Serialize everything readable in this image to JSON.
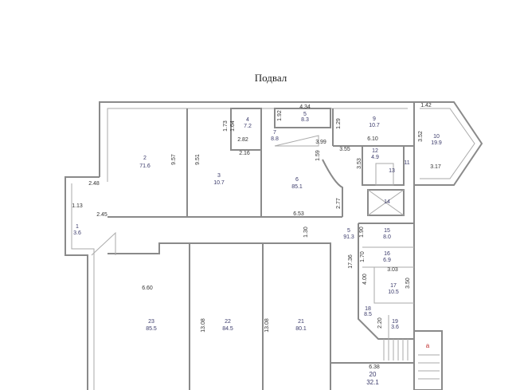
{
  "title": "Подвал",
  "rooms": [
    {
      "number": "1",
      "area": "3.6"
    },
    {
      "number": "2",
      "area": "71.6"
    },
    {
      "number": "3",
      "area": "10.7"
    },
    {
      "number": "4",
      "area": "7.2"
    },
    {
      "number": "5",
      "area": "8.3"
    },
    {
      "number": "6",
      "area": "85.1"
    },
    {
      "number": "7",
      "area": "8.8"
    },
    {
      "number": "9",
      "area": "10.7"
    },
    {
      "number": "10",
      "area": "19.9"
    },
    {
      "number": "12",
      "area": "4.9"
    },
    {
      "number": "13",
      "area": ""
    },
    {
      "number": "11",
      "area": ""
    },
    {
      "number": "14",
      "area": ""
    },
    {
      "number": "5",
      "area": "91.3"
    },
    {
      "number": "15",
      "area": "8.0"
    },
    {
      "number": "16",
      "area": "6.9"
    },
    {
      "number": "17",
      "area": "10.5"
    },
    {
      "number": "18",
      "area": "8.5"
    },
    {
      "number": "19",
      "area": "3.6"
    },
    {
      "number": "23",
      "area": "85.5"
    },
    {
      "number": "22",
      "area": "84.5"
    },
    {
      "number": "21",
      "area": "80.1"
    },
    {
      "number": "20",
      "area": "32.1"
    }
  ],
  "dimensions": [
    "9.57",
    "9.51",
    "1.73",
    "1.64",
    "2.82",
    "2.16",
    "4.34",
    "1.92",
    "3.99",
    "1.59",
    "1.29",
    "6.10",
    "3.55",
    "1.42",
    "3.52",
    "3.17",
    "3.53",
    "2.48",
    "1.13",
    "2.45",
    "6.53",
    "2.77",
    "1.30",
    "1.90",
    "17.36",
    "1.70",
    "3.03",
    "4.00",
    "3.50",
    "2.20",
    "6.60",
    "13.08",
    "13.08",
    "6.38"
  ],
  "stair_mark": "a"
}
